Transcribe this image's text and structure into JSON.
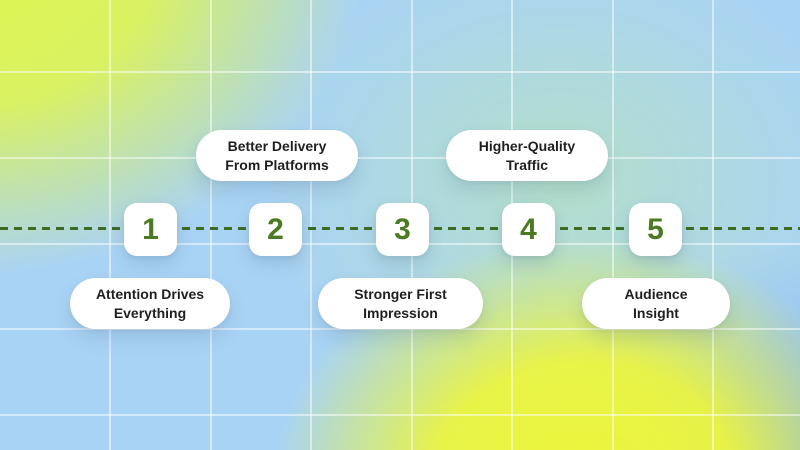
{
  "timeline": {
    "steps": [
      {
        "number": "1",
        "label": "Attention Drives Everything",
        "label_position": "below"
      },
      {
        "number": "2",
        "label": "Better Delivery From Platforms",
        "label_position": "above"
      },
      {
        "number": "3",
        "label": "Stronger First Impression",
        "label_position": "below"
      },
      {
        "number": "4",
        "label": "Higher-Quality Traffic",
        "label_position": "above"
      },
      {
        "number": "5",
        "label": "Audience Insight",
        "label_position": "below"
      }
    ]
  },
  "colors": {
    "number_green": "#4a7a21",
    "dash_green": "#3d6b24",
    "label_text": "#1f1f1f",
    "card_background": "#ffffff",
    "background_blue": "#a9d3f4",
    "background_yellow_green": "#e0f64e",
    "background_yellow": "#edf63a",
    "background_corner_blue": "#78a5f0",
    "grid_line": "#ffffff"
  }
}
